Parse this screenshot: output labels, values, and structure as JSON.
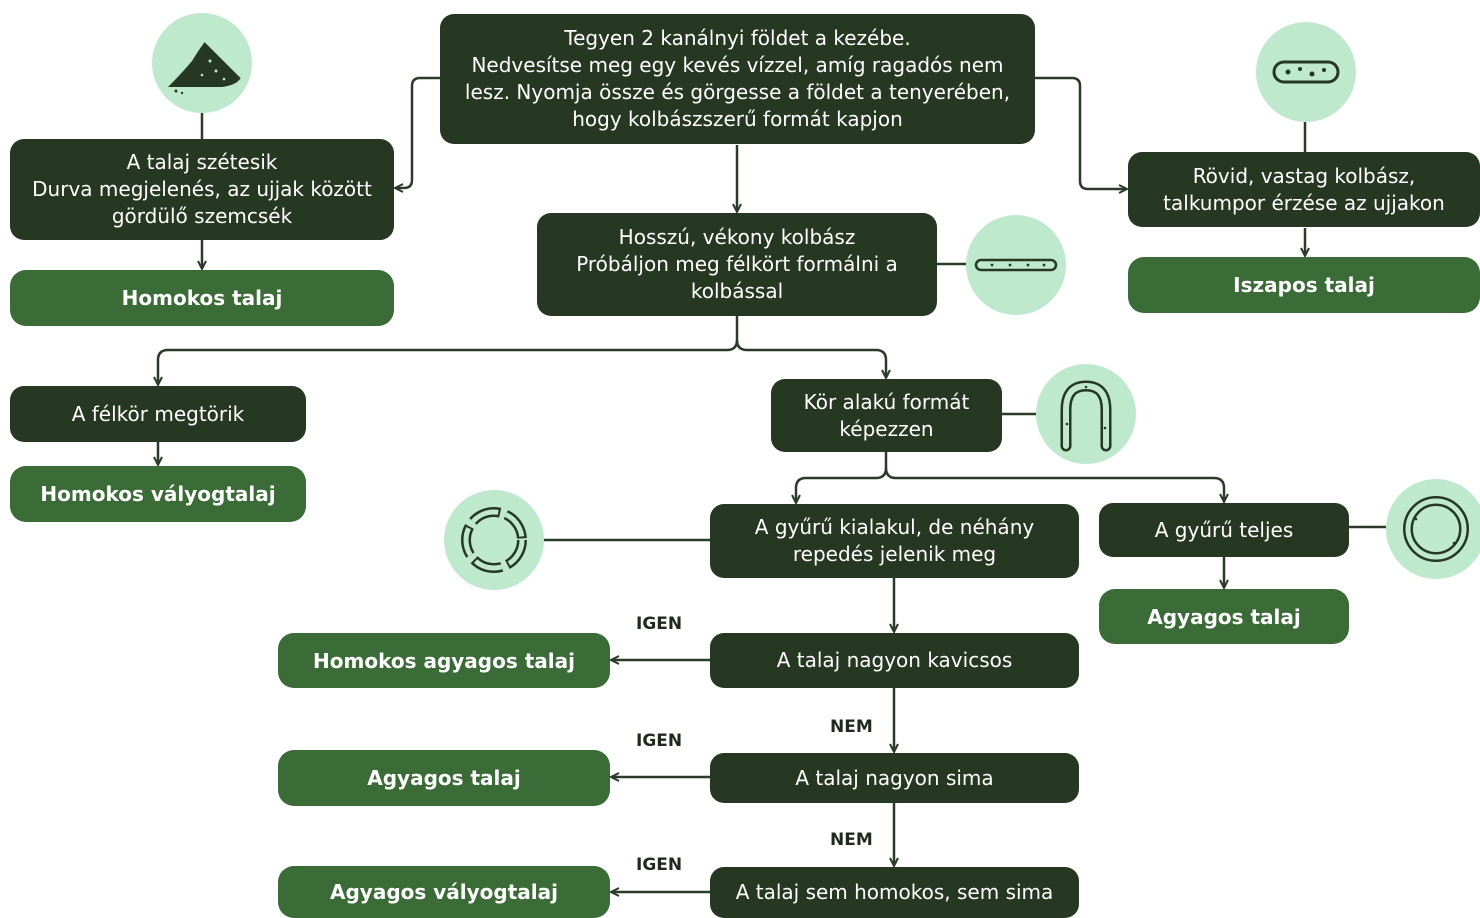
{
  "colors": {
    "step_box": "#263722",
    "result_box": "#3b6b36",
    "icon_circle": "#bfe9cc",
    "connector": "#2c3a29"
  },
  "nodes": {
    "start": "Tegyen 2 kanálnyi földet a kezébe.\nNedvesítse meg egy kevés vízzel, amíg ragadós nem\nlesz. Nyomja össze és görgesse a földet a tenyerében,\nhogy kolbászszerű formát kapjon",
    "falls_apart": "A talaj szétesik\nDurva megjelenés, az ujjak között\ngördülő szemcsék",
    "sandy_soil": "Homokos talaj",
    "short_thick": "Rövid, vastag kolbász,\ntalkumpor érzése az ujjakon",
    "silty_soil": "Iszapos talaj",
    "long_thin": "Hosszú, vékony kolbász\nPróbáljon meg félkört formálni a\nkolbással",
    "semicircle_breaks": "A félkör megtörik",
    "sandy_loam": "Homokos vályogtalaj",
    "make_circle": "Kör alakú formát\nképezzen",
    "ring_cracks": "A gyűrű kialakul, de néhány\nrepedés jelenik meg",
    "ring_complete": "A gyűrű teljes",
    "clay_soil_1": "Agyagos talaj",
    "very_gritty": "A talaj nagyon kavicsos",
    "sandy_clay": "Homokos agyagos talaj",
    "very_smooth": "A talaj nagyon sima",
    "clay_soil_2": "Agyagos talaj",
    "neither": "A talaj sem homokos, sem sima",
    "clay_loam": "Agyagos vályogtalaj"
  },
  "labels": {
    "yes_1": "IGEN",
    "no_1": "NEM",
    "yes_2": "IGEN",
    "no_2": "NEM",
    "yes_3": "IGEN"
  },
  "icons": {
    "sand_pile": "sand-pile-icon",
    "short_sausage": "short-sausage-icon",
    "long_sausage": "long-sausage-icon",
    "horseshoe": "horseshoe-icon",
    "cracked_ring": "cracked-ring-icon",
    "full_ring": "full-ring-icon"
  }
}
